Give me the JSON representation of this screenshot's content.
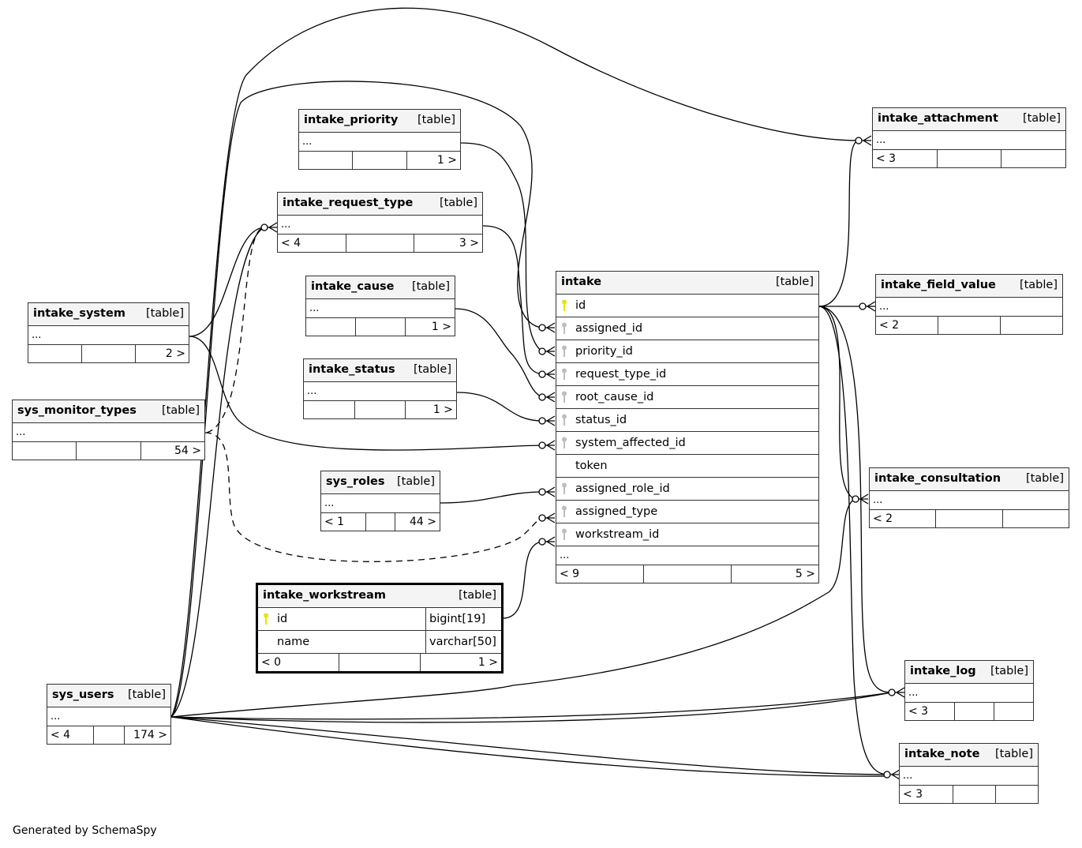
{
  "diagram": {
    "kind_label": "[table]",
    "ellipsis": "...",
    "footer": "Generated by SchemaSpy"
  },
  "colors": {
    "primary_key": "#e6e600",
    "foreign_key": "#bdbdbd",
    "header_bg": "#f4f4f4",
    "line": "#000000"
  },
  "tables": {
    "intake_priority": {
      "name": "intake_priority",
      "parents": "",
      "children": "1 >"
    },
    "intake_request_type": {
      "name": "intake_request_type",
      "parents": "< 4",
      "children": "3 >"
    },
    "intake_cause": {
      "name": "intake_cause",
      "parents": "",
      "children": "1 >"
    },
    "intake_status": {
      "name": "intake_status",
      "parents": "",
      "children": "1 >"
    },
    "intake_system": {
      "name": "intake_system",
      "parents": "",
      "children": "2 >"
    },
    "sys_monitor_types": {
      "name": "sys_monitor_types",
      "parents": "",
      "children": "54 >"
    },
    "sys_roles": {
      "name": "sys_roles",
      "parents": "< 1",
      "children": "44 >"
    },
    "sys_users": {
      "name": "sys_users",
      "parents": "< 4",
      "children": "174 >"
    },
    "intake_workstream": {
      "name": "intake_workstream",
      "parents": "< 0",
      "children": "1 >",
      "columns": [
        {
          "name": "id",
          "type": "bigint[19]",
          "key": "primary"
        },
        {
          "name": "name",
          "type": "varchar[50]",
          "key": ""
        }
      ]
    },
    "intake": {
      "name": "intake",
      "parents": "< 9",
      "children": "5 >",
      "columns": [
        {
          "name": "id",
          "key": "primary"
        },
        {
          "name": "assigned_id",
          "key": "foreign"
        },
        {
          "name": "priority_id",
          "key": "foreign"
        },
        {
          "name": "request_type_id",
          "key": "foreign"
        },
        {
          "name": "root_cause_id",
          "key": "foreign"
        },
        {
          "name": "status_id",
          "key": "foreign"
        },
        {
          "name": "system_affected_id",
          "key": "foreign"
        },
        {
          "name": "token",
          "key": ""
        },
        {
          "name": "assigned_role_id",
          "key": "foreign"
        },
        {
          "name": "assigned_type",
          "key": "foreign"
        },
        {
          "name": "workstream_id",
          "key": "foreign"
        }
      ]
    },
    "intake_attachment": {
      "name": "intake_attachment",
      "parents": "< 3",
      "children": ""
    },
    "intake_field_value": {
      "name": "intake_field_value",
      "parents": "< 2",
      "children": ""
    },
    "intake_consultation": {
      "name": "intake_consultation",
      "parents": "< 2",
      "children": ""
    },
    "intake_log": {
      "name": "intake_log",
      "parents": "< 3",
      "children": ""
    },
    "intake_note": {
      "name": "intake_note",
      "parents": "< 3",
      "children": ""
    }
  },
  "relationships": [
    {
      "from": "sys_users",
      "to": "intake.assigned_id",
      "style": "solid"
    },
    {
      "from": "intake_priority",
      "to": "intake.priority_id",
      "style": "solid"
    },
    {
      "from": "intake_request_type",
      "to": "intake.request_type_id",
      "style": "solid"
    },
    {
      "from": "intake_cause",
      "to": "intake.root_cause_id",
      "style": "solid"
    },
    {
      "from": "intake_status",
      "to": "intake.status_id",
      "style": "solid"
    },
    {
      "from": "intake_system",
      "to": "intake.system_affected_id",
      "style": "solid"
    },
    {
      "from": "sys_roles",
      "to": "intake.assigned_role_id",
      "style": "solid"
    },
    {
      "from": "sys_monitor_types",
      "to": "intake.assigned_type",
      "style": "dashed"
    },
    {
      "from": "intake_workstream",
      "to": "intake.workstream_id",
      "style": "solid"
    },
    {
      "from": "intake_system",
      "to": "intake_request_type",
      "style": "solid"
    },
    {
      "from": "sys_users",
      "to": "intake_request_type",
      "style": "solid"
    },
    {
      "from": "sys_monitor_types",
      "to": "intake_request_type",
      "style": "dashed"
    },
    {
      "from": "intake",
      "to": "intake_attachment",
      "style": "solid"
    },
    {
      "from": "sys_users",
      "to": "intake_attachment",
      "style": "solid"
    },
    {
      "from": "intake",
      "to": "intake_field_value",
      "style": "solid"
    },
    {
      "from": "intake",
      "to": "intake_consultation",
      "style": "solid"
    },
    {
      "from": "sys_users",
      "to": "intake_consultation",
      "style": "solid"
    },
    {
      "from": "intake",
      "to": "intake_log",
      "style": "solid"
    },
    {
      "from": "sys_users",
      "to": "intake_log",
      "style": "solid"
    },
    {
      "from": "intake",
      "to": "intake_note",
      "style": "solid"
    },
    {
      "from": "sys_users",
      "to": "intake_note",
      "style": "solid"
    }
  ]
}
